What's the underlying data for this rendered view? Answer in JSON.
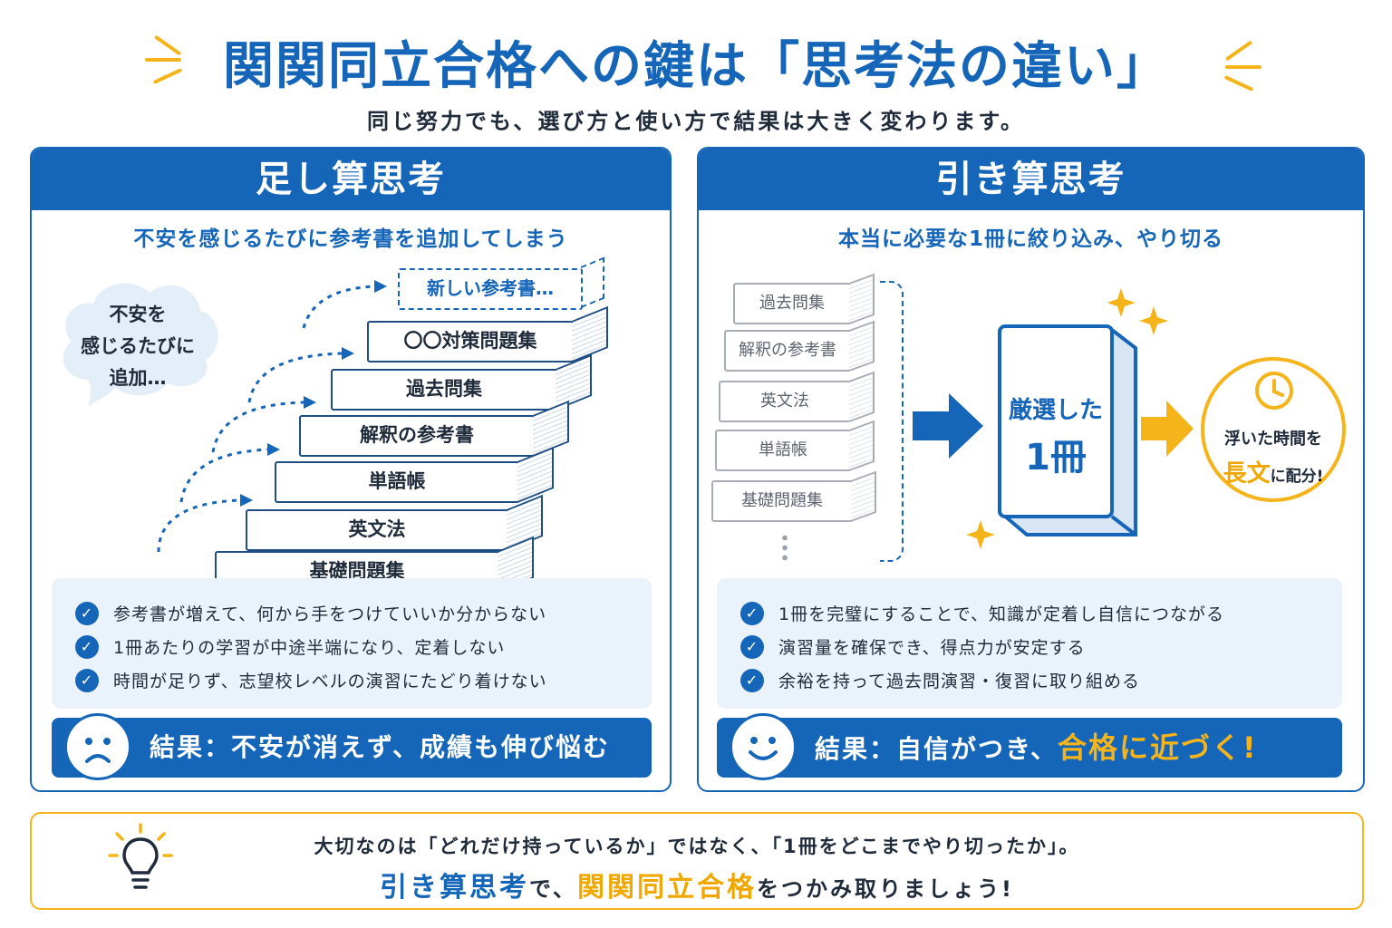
{
  "header": {
    "title": "関関同立合格への鍵は「思考法の違い」",
    "subtitle": "同じ努力でも、選び方と使い方で結果は大きく変わります。"
  },
  "left": {
    "title": "足し算思考",
    "subtitle": "不安を感じるたびに参考書を追加してしまう",
    "cloud_lines": [
      "不安を",
      "感じるたびに",
      "追加…"
    ],
    "books": [
      "新しい参考書…",
      "〇〇対策問題集",
      "過去問集",
      "解釈の参考書",
      "単語帳",
      "英文法",
      "基礎問題集"
    ],
    "bullets": [
      "参考書が増えて、何から手をつけていいか分からない",
      "1冊あたりの学習が中途半端になり、定着しない",
      "時間が足りず、志望校レベルの演習にたどり着けない"
    ],
    "result": "結果：不安が消えず、成績も伸び悩む"
  },
  "right": {
    "title": "引き算思考",
    "subtitle": "本当に必要な1冊に絞り込み、やり切る",
    "books": [
      "過去問集",
      "解釈の参考書",
      "英文法",
      "単語帳",
      "基礎問題集"
    ],
    "selected_line1": "厳選した",
    "selected_line2": "1冊",
    "time_line1": "浮いた時間を",
    "time_em": "長文",
    "time_rest": "に配分!",
    "bullets": [
      "1冊を完璧にすることで、知識が定着し自信につながる",
      "演習量を確保でき、得点力が安定する",
      "余裕を持って過去問演習・復習に取り組める"
    ],
    "result_prefix": "結果：自信がつき、",
    "result_em": "合格に近づく!"
  },
  "footer": {
    "line1": "大切なのは「どれだけ持っているか」ではなく、「1冊をどこまでやり切ったか」。",
    "line2_em1": "引き算思考",
    "line2_mid": "で、",
    "line2_em2": "関関同立合格",
    "line2_rest": "をつかみ取りましょう!"
  },
  "colors": {
    "primary": "#1565b8",
    "accent": "#f5b41a",
    "light_bg": "#eaf2fb"
  }
}
